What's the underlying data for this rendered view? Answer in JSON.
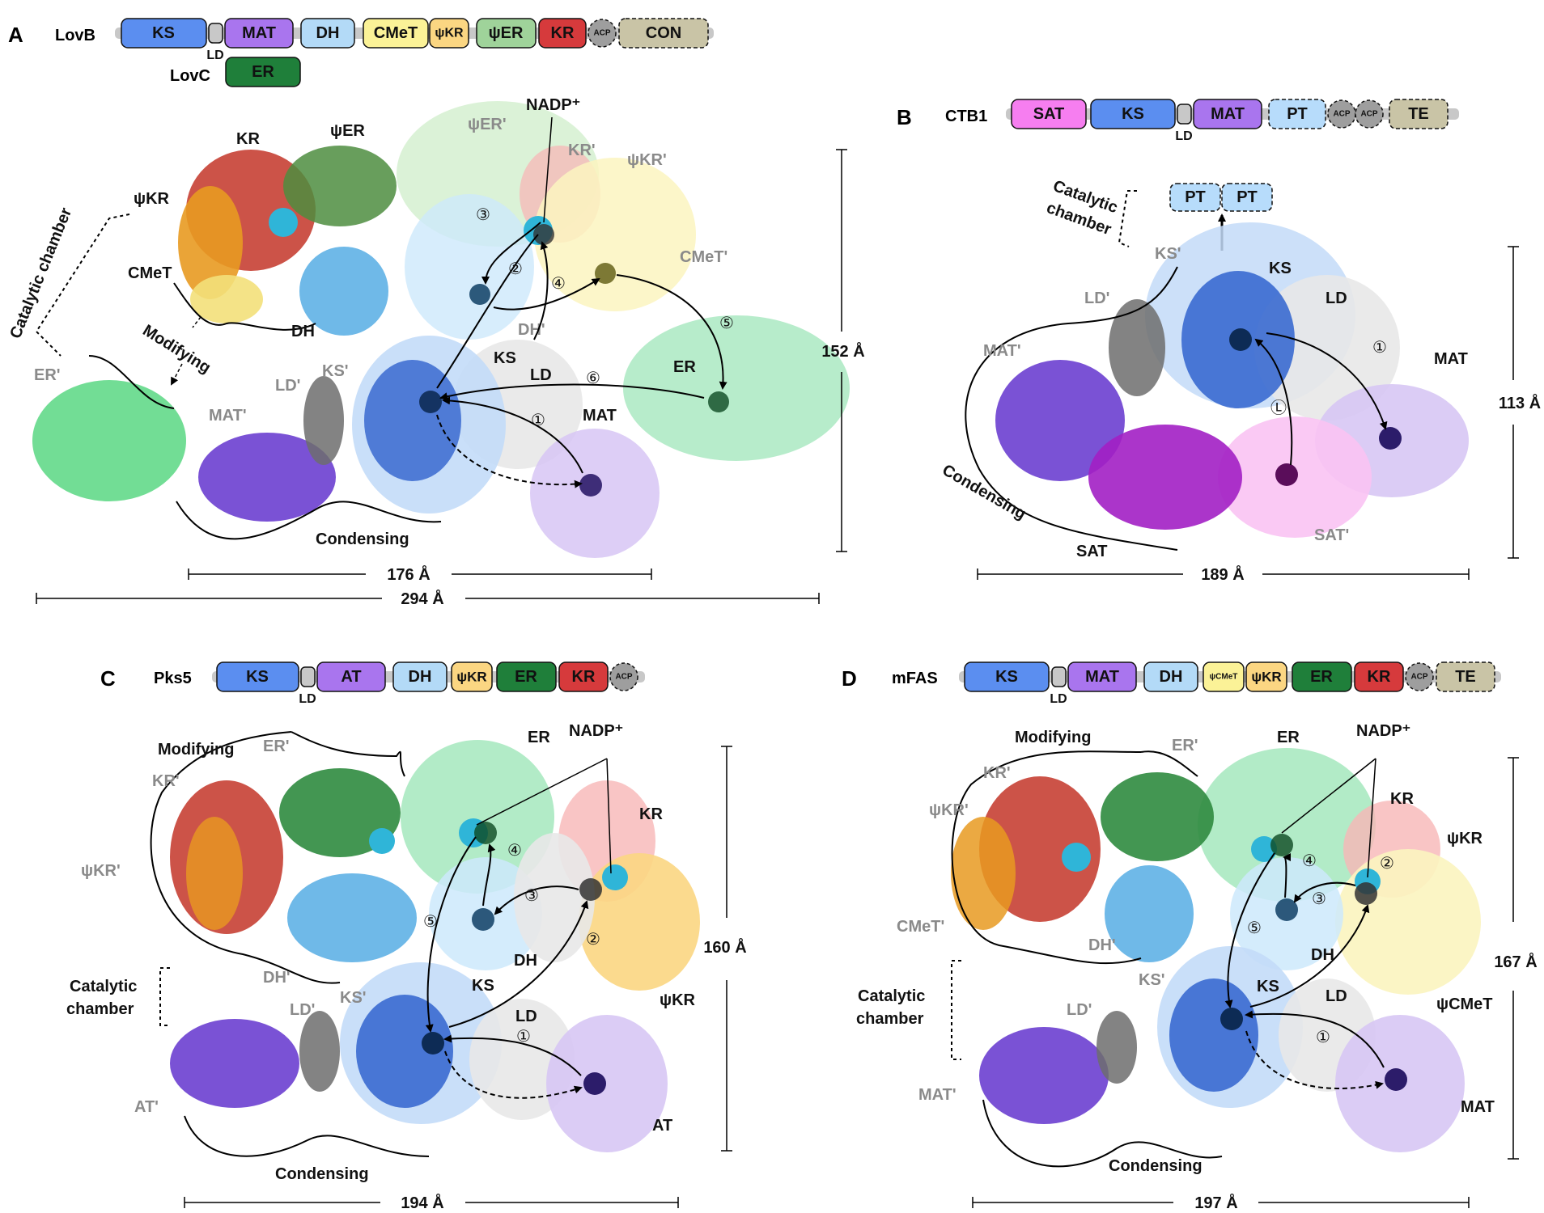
{
  "colors": {
    "KS": "#5b8ef0",
    "MAT": "#a975ee",
    "DH": "#b3daf7",
    "CMeT": "#fbf297",
    "psiKR": "#fbd682",
    "psiER": "#9fd39a",
    "KR": "#d63a3c",
    "ER": "#1f7f3a",
    "ACP": "#9e9e9e",
    "CON": "#c9c4a6",
    "SAT": "#f67ef0",
    "PT": "#b7dcfb",
    "TE": "#c9c4a6",
    "AT": "#a975ee",
    "psiCMeT": "#fbf297",
    "linker": "#c8c8c8"
  },
  "panels": {
    "A": {
      "letter": "A",
      "protein": "LovB",
      "protein2": "LovC",
      "domains": [
        "KS",
        "MAT",
        "DH",
        "CMeT",
        "ψKR",
        "ψER",
        "KR",
        "ACP",
        "CON"
      ],
      "lovc_domain": "ER",
      "ld": "LD",
      "labels": {
        "kr": "KR",
        "psier": "ψER",
        "psier_p": "ψER'",
        "nadp": "NADP⁺",
        "kr_p": "KR'",
        "psikr_p": "ψKR'",
        "psikr": "ψKR",
        "cmet": "CMeT",
        "cmet_p": "CMeT'",
        "dh": "DH",
        "dh_p": "DH'",
        "ks": "KS",
        "ks_p": "KS'",
        "ld": "LD",
        "ld_p": "LD'",
        "mat": "MAT",
        "mat_p": "MAT'",
        "er": "ER",
        "er_p": "ER'",
        "modifying": "Modifying",
        "condensing": "Condensing",
        "chamber": "Catalytic chamber"
      },
      "steps": [
        "①",
        "②",
        "③",
        "④",
        "⑤",
        "⑥"
      ],
      "scales": {
        "height": "152 Å",
        "width1": "176 Å",
        "width2": "294 Å"
      }
    },
    "B": {
      "letter": "B",
      "protein": "CTB1",
      "domains": [
        "SAT",
        "KS",
        "MAT",
        "PT",
        "ACP",
        "ACP",
        "TE"
      ],
      "ld": "LD",
      "pt_pair": [
        "PT",
        "PT"
      ],
      "labels": {
        "chamber1": "Catalytic",
        "chamber2": "chamber",
        "ks_p": "KS'",
        "ks": "KS",
        "ld_p": "LD'",
        "ld": "LD",
        "mat_p": "MAT'",
        "mat": "MAT",
        "condensing": "Condensing",
        "sat": "SAT",
        "sat_p": "SAT'",
        "l_step": "Ⓛ"
      },
      "steps": [
        "①"
      ],
      "scales": {
        "height": "113 Å",
        "width": "189 Å"
      }
    },
    "C": {
      "letter": "C",
      "protein": "Pks5",
      "domains": [
        "KS",
        "AT",
        "DH",
        "ψKR",
        "ER",
        "KR",
        "ACP"
      ],
      "ld": "LD",
      "labels": {
        "modifying": "Modifying",
        "er_p": "ER'",
        "kr_p": "KR'",
        "psikr_p": "ψKR'",
        "er": "ER",
        "nadp": "NADP⁺",
        "kr": "KR",
        "dh": "DH",
        "dh_p": "DH'",
        "ks": "KS",
        "ks_p": "KS'",
        "ld": "LD",
        "ld_p": "LD'",
        "psikr": "ψKR",
        "at": "AT",
        "at_p": "AT'",
        "chamber1": "Catalytic",
        "chamber2": "chamber",
        "condensing": "Condensing"
      },
      "steps": [
        "①",
        "②",
        "③",
        "④",
        "⑤"
      ],
      "scales": {
        "height": "160 Å",
        "width": "194 Å"
      }
    },
    "D": {
      "letter": "D",
      "protein": "mFAS",
      "domains": [
        "KS",
        "MAT",
        "DH",
        "ψCMeT",
        "ψKR",
        "ER",
        "KR",
        "ACP",
        "TE"
      ],
      "ld": "LD",
      "labels": {
        "modifying": "Modifying",
        "er_p": "ER'",
        "kr_p": "KR'",
        "psikr_p": "ψKR'",
        "cmet_p": "CMeT'",
        "er": "ER",
        "nadp": "NADP⁺",
        "kr": "KR",
        "psikr": "ψKR",
        "dh": "DH",
        "dh_p": "DH'",
        "ks": "KS",
        "ks_p": "KS'",
        "ld": "LD",
        "ld_p": "LD'",
        "psicmet": "ψCMeT",
        "mat": "MAT",
        "mat_p": "MAT'",
        "chamber1": "Catalytic",
        "chamber2": "chamber",
        "condensing": "Condensing"
      },
      "steps": [
        "①",
        "②",
        "③",
        "④",
        "⑤"
      ],
      "scales": {
        "height": "167 Å",
        "width": "197 Å"
      }
    }
  }
}
